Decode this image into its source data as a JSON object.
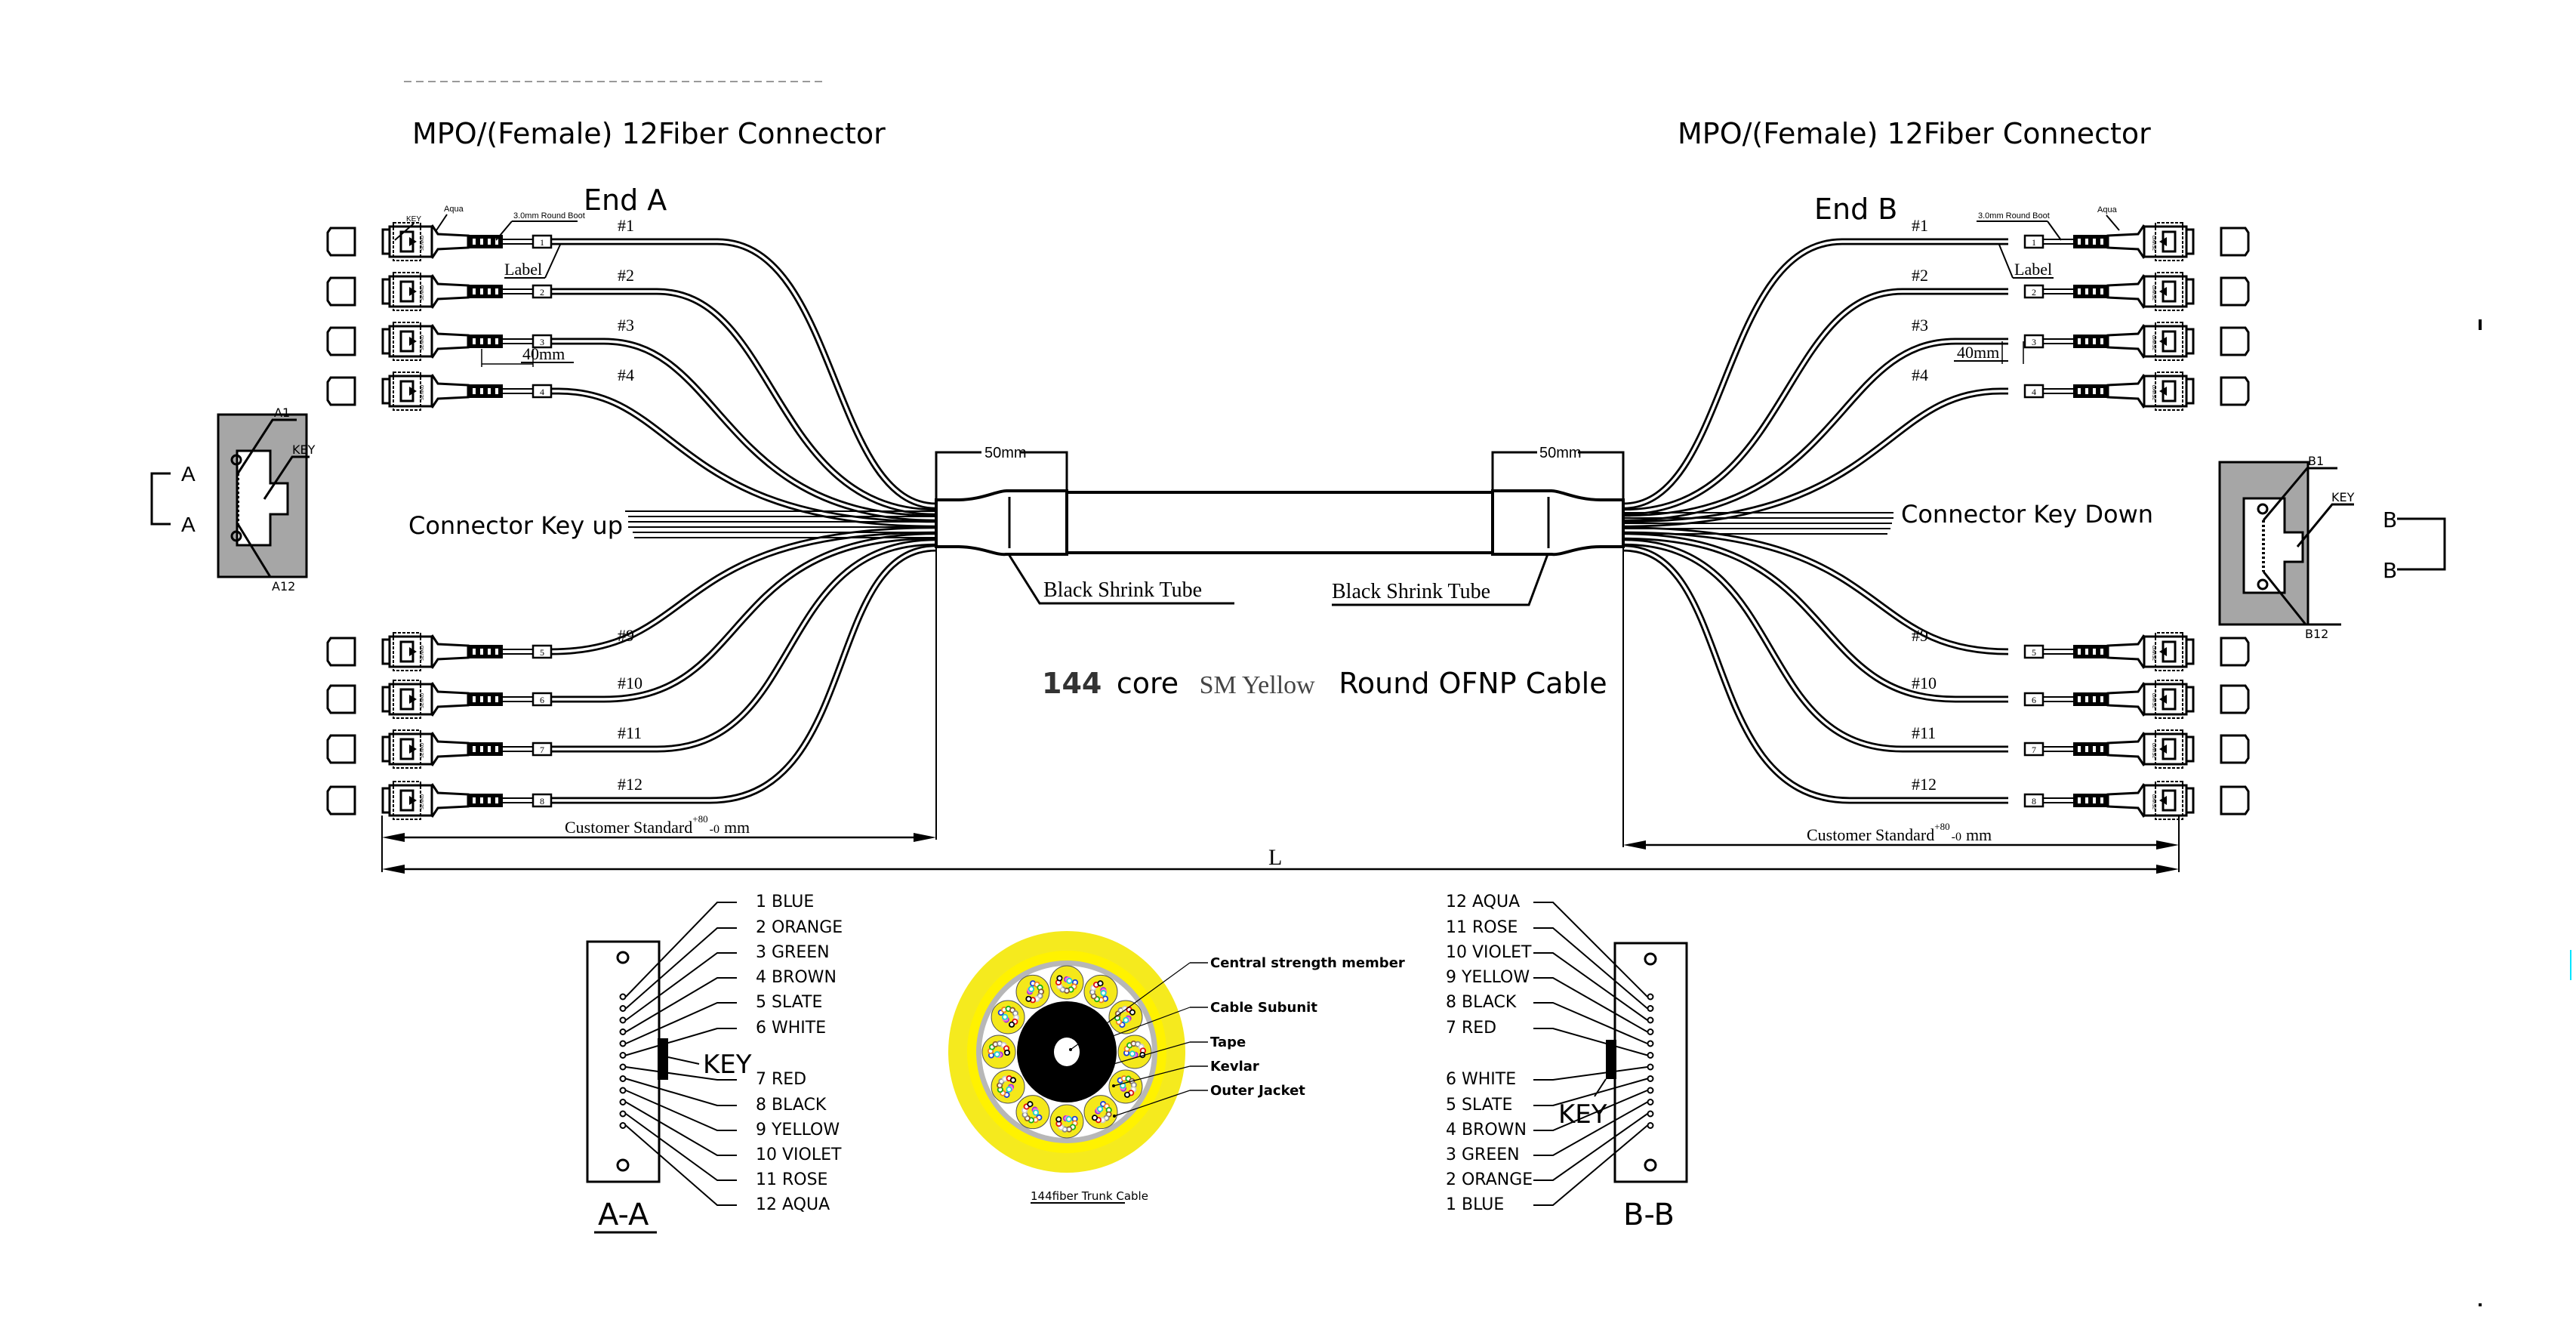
{
  "end_a": {
    "connector_title": "MPO/(Female)  12Fiber Connector",
    "end_label": "End A",
    "callouts": {
      "key": "KEY",
      "aqua": "Aqua",
      "boot": "3.0mm Round Boot",
      "label": "Label",
      "dim_40": "40mm"
    },
    "key_orientation": "Connector Key up",
    "section_marker": "A",
    "face_pins": {
      "first": "A1",
      "last": "A12",
      "key": "KEY"
    },
    "legs": [
      {
        "port": "#1",
        "tag": "1"
      },
      {
        "port": "#2",
        "tag": "2"
      },
      {
        "port": "#3",
        "tag": "3"
      },
      {
        "port": "#4",
        "tag": "4"
      },
      {
        "port": "#9",
        "tag": "5"
      },
      {
        "port": "#10",
        "tag": "6"
      },
      {
        "port": "#11",
        "tag": "7"
      },
      {
        "port": "#12",
        "tag": "8"
      }
    ],
    "leg_length": {
      "text": "Customer Standard",
      "tol_plus": "+80",
      "tol_minus": "-0",
      "unit": "mm"
    }
  },
  "end_b": {
    "connector_title": "MPO/(Female)  12Fiber Connector",
    "end_label": "End B",
    "callouts": {
      "key": "KEY",
      "aqua": "Aqua",
      "boot": "3.0mm Round Boot",
      "label": "Label",
      "dim_40": "40mm"
    },
    "key_orientation": "Connector Key Down",
    "section_marker": "B",
    "face_pins": {
      "first": "B1",
      "last": "B12",
      "key": "KEY"
    },
    "legs": [
      {
        "port": "#1",
        "tag": "1"
      },
      {
        "port": "#2",
        "tag": "2"
      },
      {
        "port": "#3",
        "tag": "3"
      },
      {
        "port": "#4",
        "tag": "4"
      },
      {
        "port": "#9",
        "tag": "5"
      },
      {
        "port": "#10",
        "tag": "6"
      },
      {
        "port": "#11",
        "tag": "7"
      },
      {
        "port": "#12",
        "tag": "8"
      }
    ],
    "leg_length": {
      "text": "Customer Standard",
      "tol_plus": "+80",
      "tol_minus": "-0",
      "unit": "mm"
    }
  },
  "connector_brand": "SENKO",
  "trunk": {
    "shrink_length": "50mm",
    "shrink_label": "Black Shrink Tube",
    "cable_count": "144",
    "cable_core": "core",
    "cable_mode": "SM Yellow",
    "cable_type": "Round OFNP Cable",
    "overall_length": "L"
  },
  "pinout_a": {
    "title": "A-A",
    "key": "KEY",
    "fibers": [
      "1 BLUE",
      "2 ORANGE",
      "3 GREEN",
      "4 BROWN",
      "5 SLATE",
      "6 WHITE",
      "7 RED",
      "8 BLACK",
      "9 YELLOW",
      "10 VIOLET",
      "11 ROSE",
      "12 AQUA"
    ]
  },
  "pinout_b": {
    "title": "B-B",
    "key": "KEY",
    "fibers": [
      "12 AQUA",
      "11 ROSE",
      "10 VIOLET",
      "9 YELLOW",
      "8 BLACK",
      "7 RED",
      "6 WHITE",
      "5 SLATE",
      "4 BROWN",
      "3 GREEN",
      "2 ORANGE",
      "1 BLUE"
    ]
  },
  "cross_section": {
    "caption": "144fiber Trunk Cable",
    "layers": [
      "Central strength member",
      "Cable Subunit",
      "Tape",
      "Kevlar",
      "Outer Jacket"
    ],
    "colors": {
      "jacket": "#f5ea1e",
      "kevlar": "#fff200",
      "tape": "#b7b7b7",
      "core": "#000000",
      "subunit": "#f4e81a"
    },
    "fiber_colors": [
      "#1f3fd6",
      "#f08020",
      "#18b018",
      "#8b5a2b",
      "#8a8a8a",
      "#ffffff",
      "#e01010",
      "#000000",
      "#f3e600",
      "#9b30d6",
      "#ff66cc",
      "#20d0d0"
    ]
  },
  "face_fill": "#a6a6a6"
}
